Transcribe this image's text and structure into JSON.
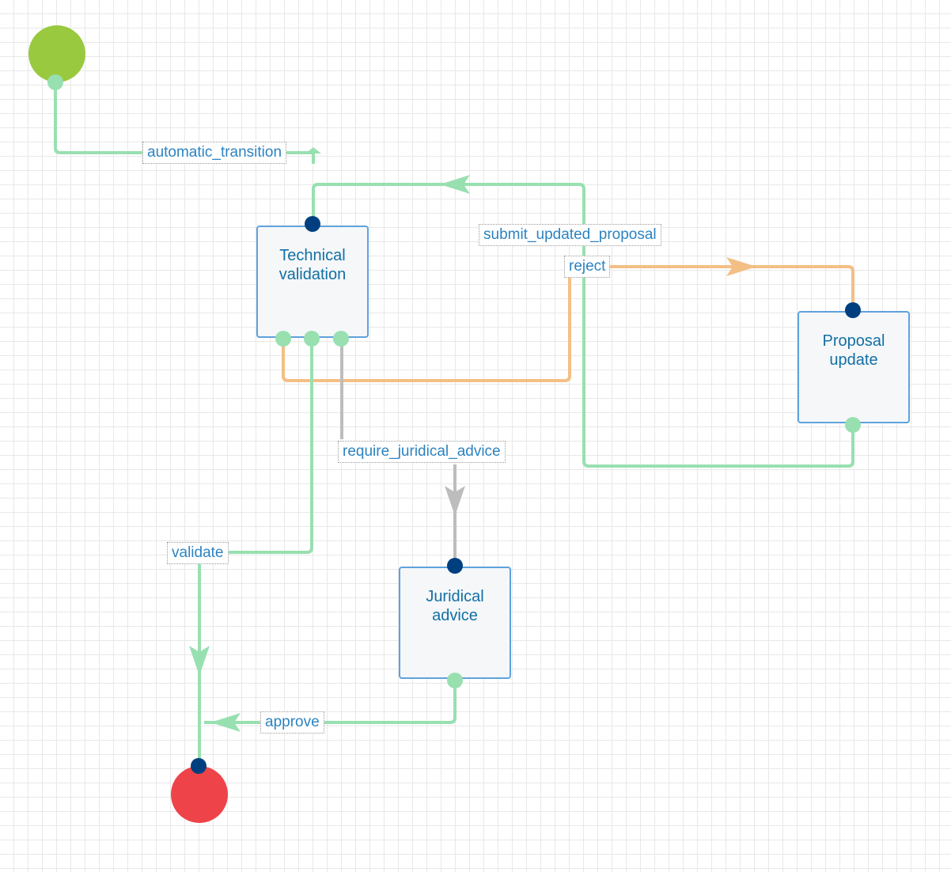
{
  "diagram": {
    "states": {
      "technical_validation": {
        "label_lines": [
          "Technical",
          "validation"
        ]
      },
      "proposal_update": {
        "label_lines": [
          "Proposal",
          "update"
        ]
      },
      "juridical_advice": {
        "label_lines": [
          "Juridical",
          "advice"
        ]
      }
    },
    "transitions": {
      "automatic_transition": "automatic_transition",
      "submit_updated_proposal": "submit_updated_proposal",
      "reject": "reject",
      "require_juridical_advice": "require_juridical_advice",
      "validate": "validate",
      "approve": "approve"
    },
    "colors": {
      "start_node": "#99c93f",
      "end_node": "#ee4449",
      "success_edge": "#98e0b0",
      "reject_edge": "#f4bf85",
      "neutral_edge": "#bdbdbd",
      "state_border": "#5fa2dd",
      "state_fill": "#f5f7f9",
      "label_text": "#2d83c0",
      "input_port": "#003f7f",
      "output_port": "#98e0b0"
    }
  }
}
